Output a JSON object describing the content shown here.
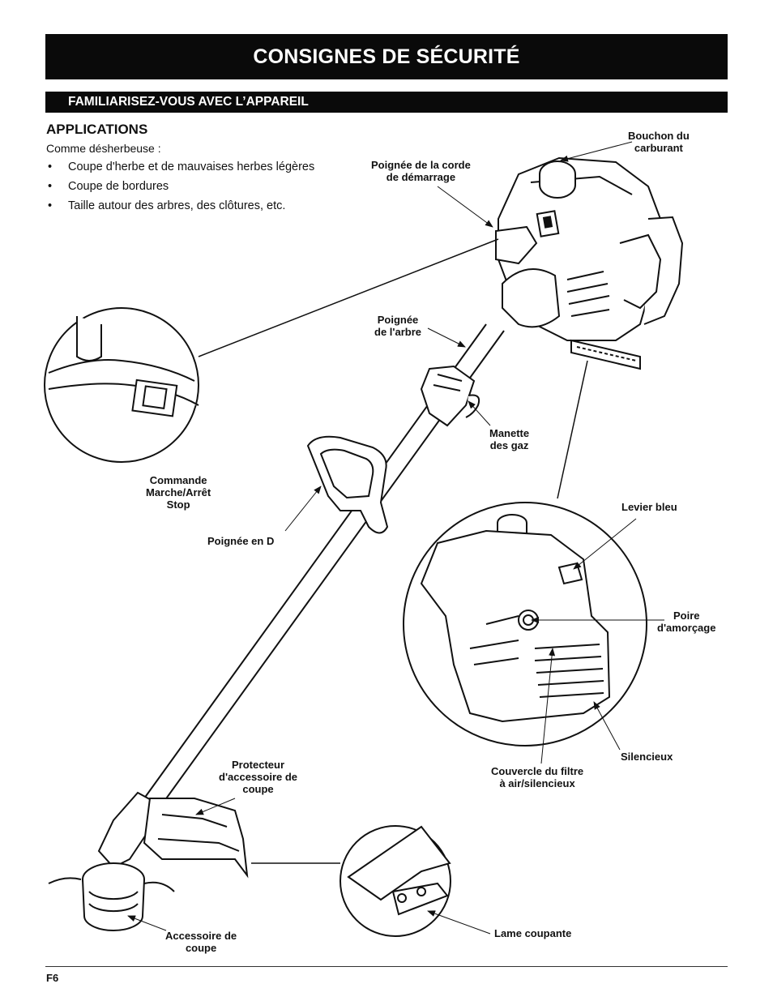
{
  "header": {
    "title": "CONSIGNES DE SÉCURITÉ",
    "section": "FAMILIARISEZ-VOUS AVEC L’APPAREIL"
  },
  "applications": {
    "heading": "APPLICATIONS",
    "intro": "Comme désherbeuse :",
    "bullet": "•",
    "items": [
      "Coupe d'herbe et de mauvaises herbes légères",
      "Coupe de bordures",
      "Taille autour des arbres, des clôtures, etc."
    ]
  },
  "labels": {
    "fuel_cap": [
      "Bouchon du",
      "carburant"
    ],
    "starter_handle": [
      "Poignée de la corde",
      "de démarrage"
    ],
    "shaft_handle": [
      "Poignée",
      "de l'arbre"
    ],
    "throttle": [
      "Manette",
      "des gaz"
    ],
    "on_off_switch": [
      "Commande",
      "Marche/Arrêt",
      "Stop"
    ],
    "d_handle": [
      "Poignée en D"
    ],
    "blue_lever": [
      "Levier bleu"
    ],
    "primer_bulb": [
      "Poire",
      "d'amorçage"
    ],
    "muffler": [
      "Silencieux"
    ],
    "air_filter_cover": [
      "Couvercle du filtre",
      "à air/silencieux"
    ],
    "guard": [
      "Protecteur",
      "d'accessoire de",
      "coupe"
    ],
    "cutting_head": [
      "Accessoire de",
      "coupe"
    ],
    "cutting_blade": [
      "Lame coupante"
    ]
  },
  "footer": {
    "page": "F6"
  }
}
